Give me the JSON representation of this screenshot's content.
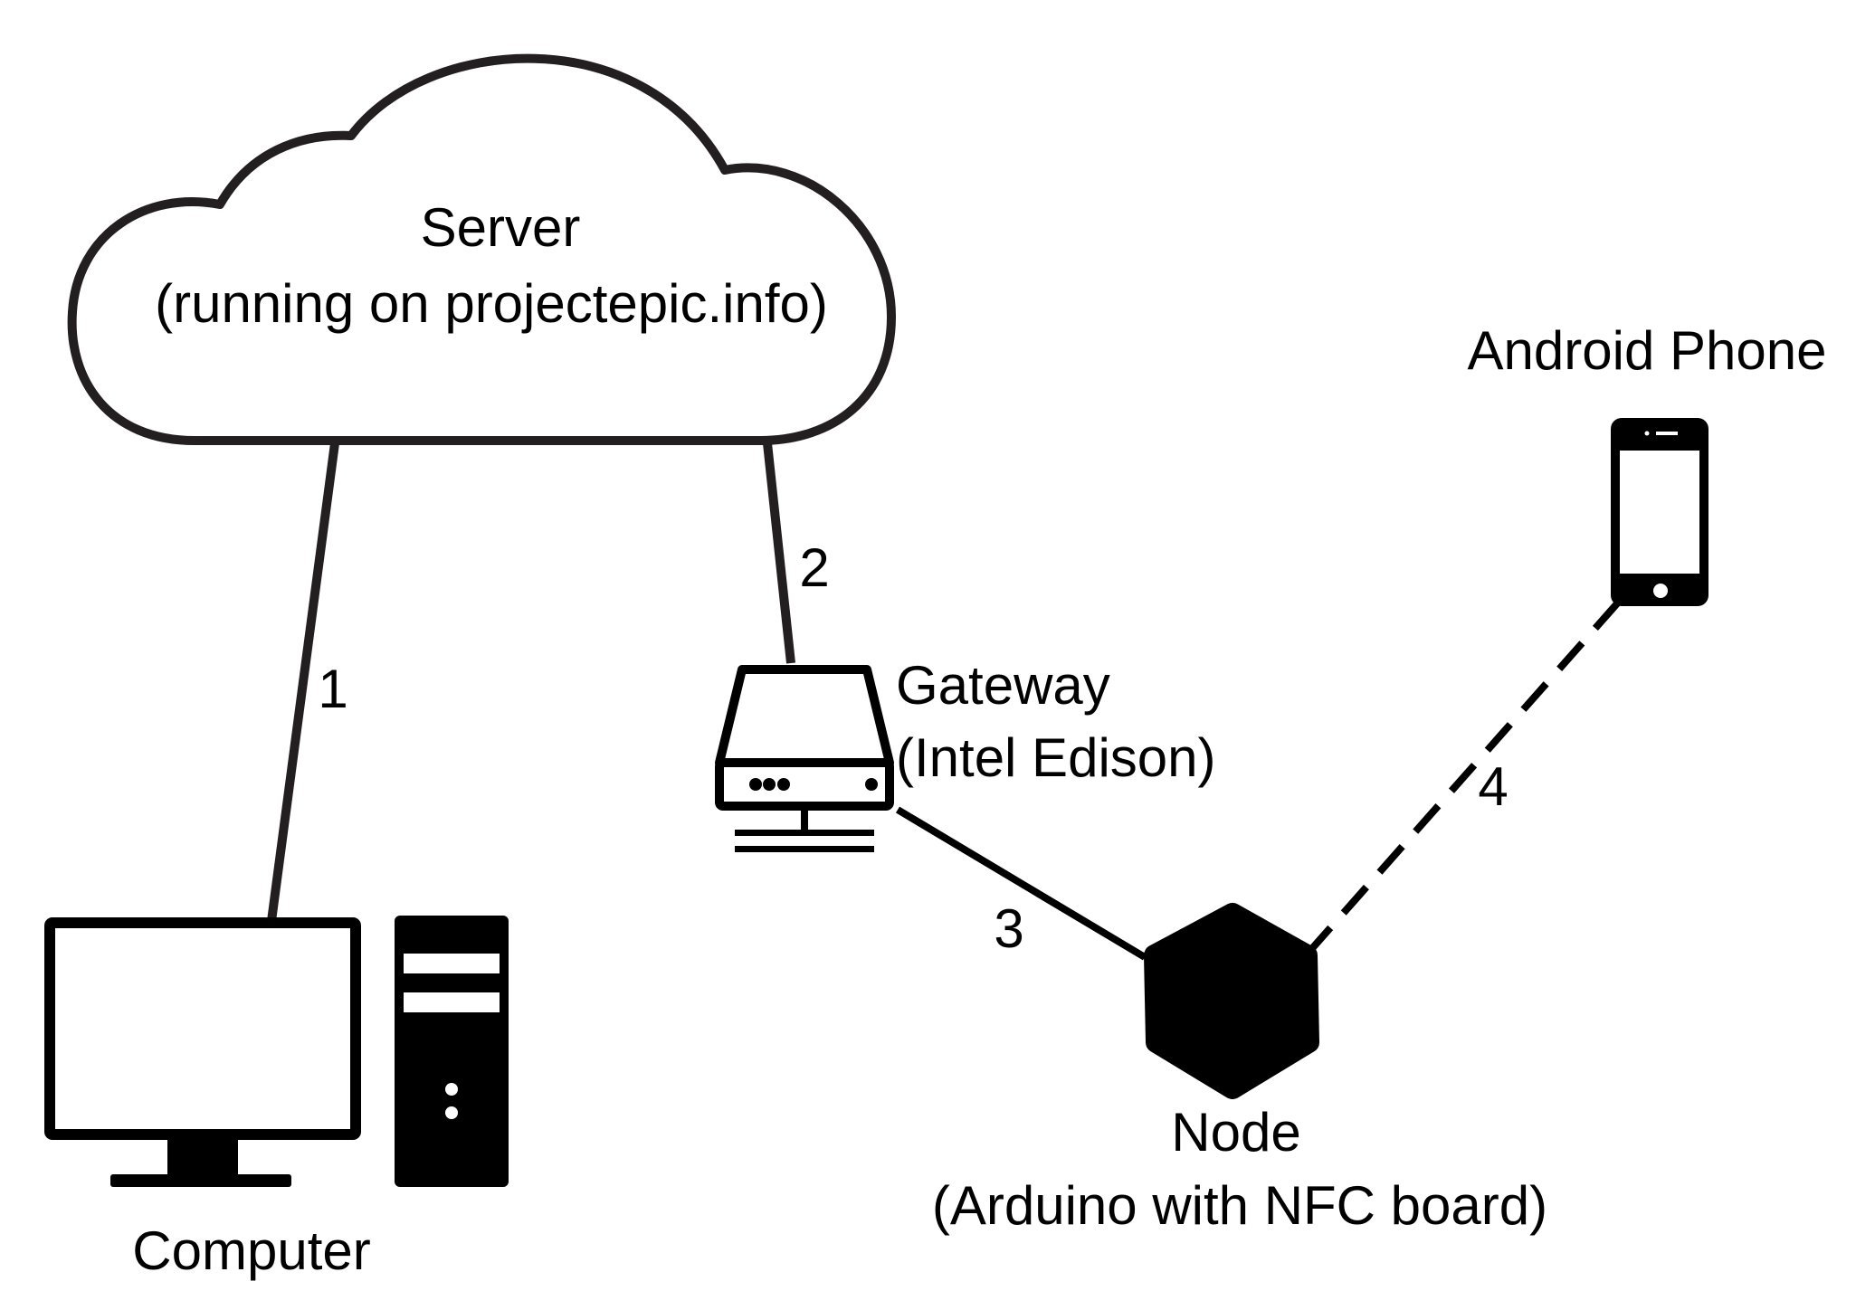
{
  "nodes": {
    "server": {
      "title": "Server",
      "subtitle": "(running on projectepic.info)",
      "icon": "cloud-icon"
    },
    "computer": {
      "title": "Computer",
      "icon": "desktop-computer-icon"
    },
    "gateway": {
      "title": "Gateway",
      "subtitle": "(Intel Edison)",
      "icon": "router-icon"
    },
    "node": {
      "title": "Node",
      "subtitle": "(Arduino with NFC board)",
      "icon": "hexagon-icon"
    },
    "phone": {
      "title": "Android Phone",
      "icon": "smartphone-icon"
    }
  },
  "links": [
    {
      "label": "1",
      "from": "Server",
      "to": "Computer",
      "style": "solid"
    },
    {
      "label": "2",
      "from": "Server",
      "to": "Gateway",
      "style": "solid"
    },
    {
      "label": "3",
      "from": "Gateway",
      "to": "Node",
      "style": "solid"
    },
    {
      "label": "4",
      "from": "Node",
      "to": "Android Phone",
      "style": "dashed"
    }
  ],
  "colors": {
    "ink": "#000000",
    "background": "#ffffff"
  }
}
